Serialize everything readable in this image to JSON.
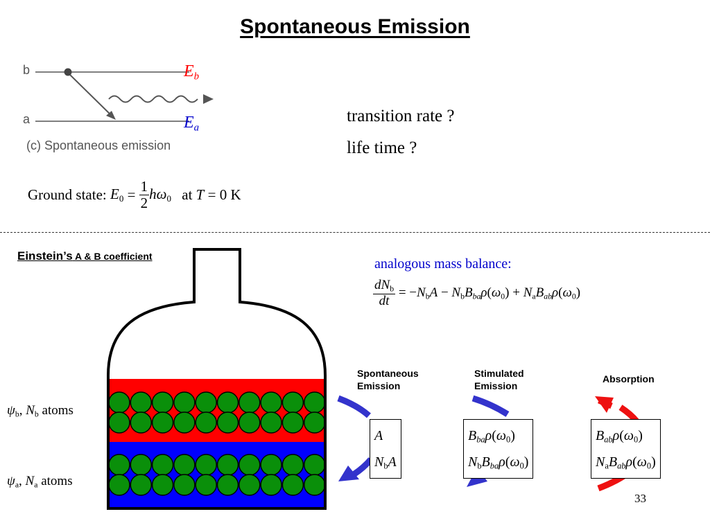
{
  "title": "Spontaneous Emission",
  "diagram": {
    "level_b_letter": "b",
    "level_a_letter": "a",
    "caption": "(c) Spontaneous emission",
    "Eb_symbol": "E",
    "Eb_sub": "b",
    "Ea_symbol": "E",
    "Ea_sub": "a"
  },
  "questions": [
    "transition rate ?",
    "life time ?"
  ],
  "ground_state": {
    "label": "Ground state:",
    "lhs": "E",
    "lhs_sub": "0",
    "equals": "=",
    "frac_num": "1",
    "frac_den": "2",
    "rhs": "hω",
    "rhs_sub": "0",
    "at": "at",
    "T": "T",
    "condition": "= 0 K"
  },
  "einstein": {
    "heading_main": "Einstein’s",
    "heading_rest": " A & B coefficient"
  },
  "mass_balance": {
    "label": "analogous mass balance:",
    "num": "dN",
    "num_sub": "b",
    "den": "dt",
    "rhs_html": "= −<i>N</i><sub>b</sub><i>A</i> − <i>N</i><sub>b</sub><i>B</i><sub><i>ba</i></sub><i>ρ</i>(<i>ω</i><sub>0</sub>) + <i>N</i><sub>a</sub><i>B</i><sub><i>ab</i></sub><i>ρ</i>(<i>ω</i><sub>0</sub>)"
  },
  "atoms": {
    "upper_html": "<i>ψ</i><sub>b</sub>, <i>N</i><sub>b</sub> atoms",
    "lower_html": "<i>ψ</i><sub>a</sub>, <i>N</i><sub>a</sub> atoms"
  },
  "processes": [
    {
      "name_line1": "Spontaneous",
      "name_line2": "Emission",
      "row1_html": "<i>A</i>",
      "row2_html": "<i>N</i><sub>b</sub><i>A</i>"
    },
    {
      "name_line1": "Stimulated",
      "name_line2": "Emission",
      "row1_html": "<i>B</i><sub><i>ba</i></sub><i>ρ</i>(<i>ω</i><sub>0</sub>)",
      "row2_html": "<i>N</i><sub>b</sub><i>B</i><sub><i>ba</i></sub><i>ρ</i>(<i>ω</i><sub>0</sub>)"
    },
    {
      "name_line1": "Absorption",
      "name_line2": "",
      "row1_html": "<i>B</i><sub><i>ab</i></sub><i>ρ</i>(<i>ω</i><sub>0</sub>)",
      "row2_html": "<i>N</i><sub>a</sub><i>B</i><sub><i>ab</i></sub><i>ρ</i>(<i>ω</i><sub>0</sub>)"
    }
  ],
  "colors": {
    "upper_layer": "#ff0000",
    "lower_layer": "#0000ff",
    "atom_fill": "#0a8f0a",
    "emission_arrow": "#3333cc",
    "absorption_arrow": "#ee1111",
    "energy_label": "#ff0000",
    "Ea_label": "#0000cc",
    "mass_balance_label": "#0000cc"
  },
  "page_number": "33"
}
